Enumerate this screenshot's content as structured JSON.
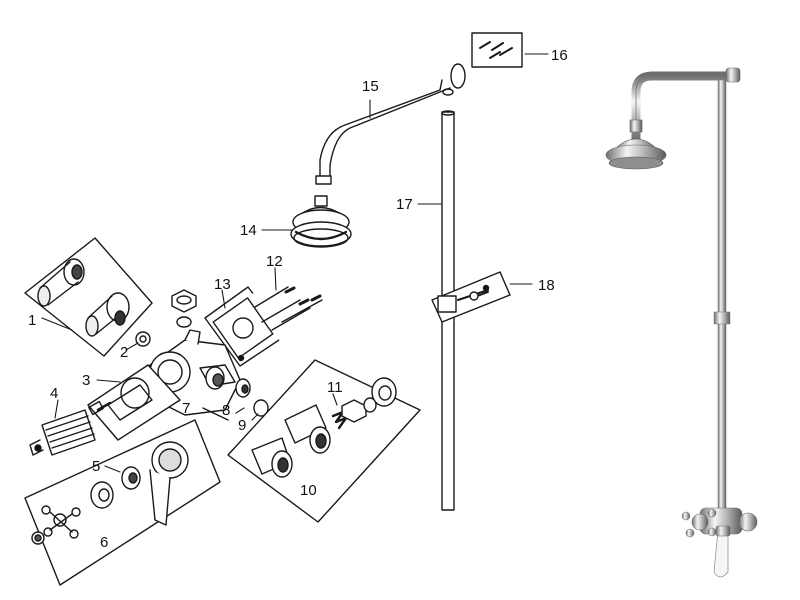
{
  "diagram": {
    "callouts": {
      "c1": "1",
      "c2": "2",
      "c3": "3",
      "c4": "4",
      "c5": "5",
      "c6": "6",
      "c7": "7",
      "c8": "8",
      "c9": "9",
      "c10": "10",
      "c11": "11",
      "c12": "12",
      "c13": "13",
      "c14": "14",
      "c15": "15",
      "c16": "16",
      "c17": "17",
      "c18": "18"
    }
  },
  "colors": {
    "line": "#1a1a1a",
    "chrome_dark": "#555555",
    "chrome_mid": "#9a9a9a",
    "chrome_light": "#e6e6e6"
  }
}
